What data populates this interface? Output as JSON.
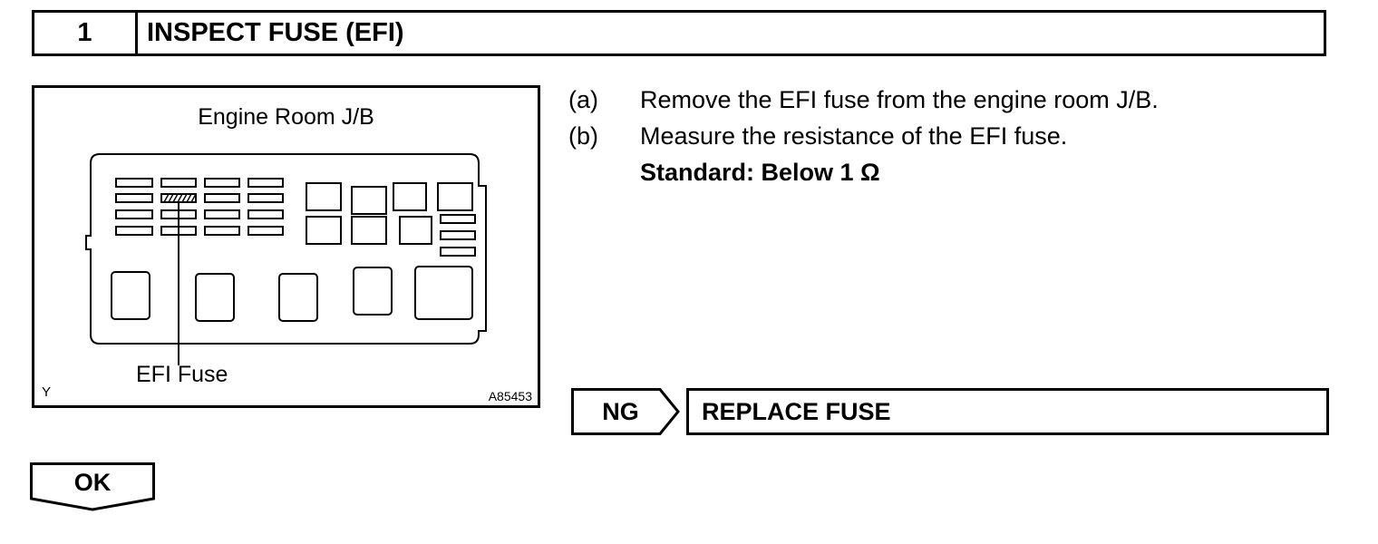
{
  "step": {
    "number": "1",
    "title": "INSPECT FUSE (EFI)"
  },
  "figure": {
    "title": "Engine Room J/B",
    "callout": "EFI Fuse",
    "corner_left": "Y",
    "corner_right": "A85453"
  },
  "instructions": [
    {
      "label": "(a)",
      "text": "Remove the EFI fuse from the engine room J/B."
    },
    {
      "label": "(b)",
      "text": "Measure the resistance of the EFI fuse."
    }
  ],
  "standard": "Standard: Below 1 Ω",
  "ng": {
    "label": "NG",
    "result": "REPLACE FUSE"
  },
  "ok": {
    "label": "OK"
  }
}
